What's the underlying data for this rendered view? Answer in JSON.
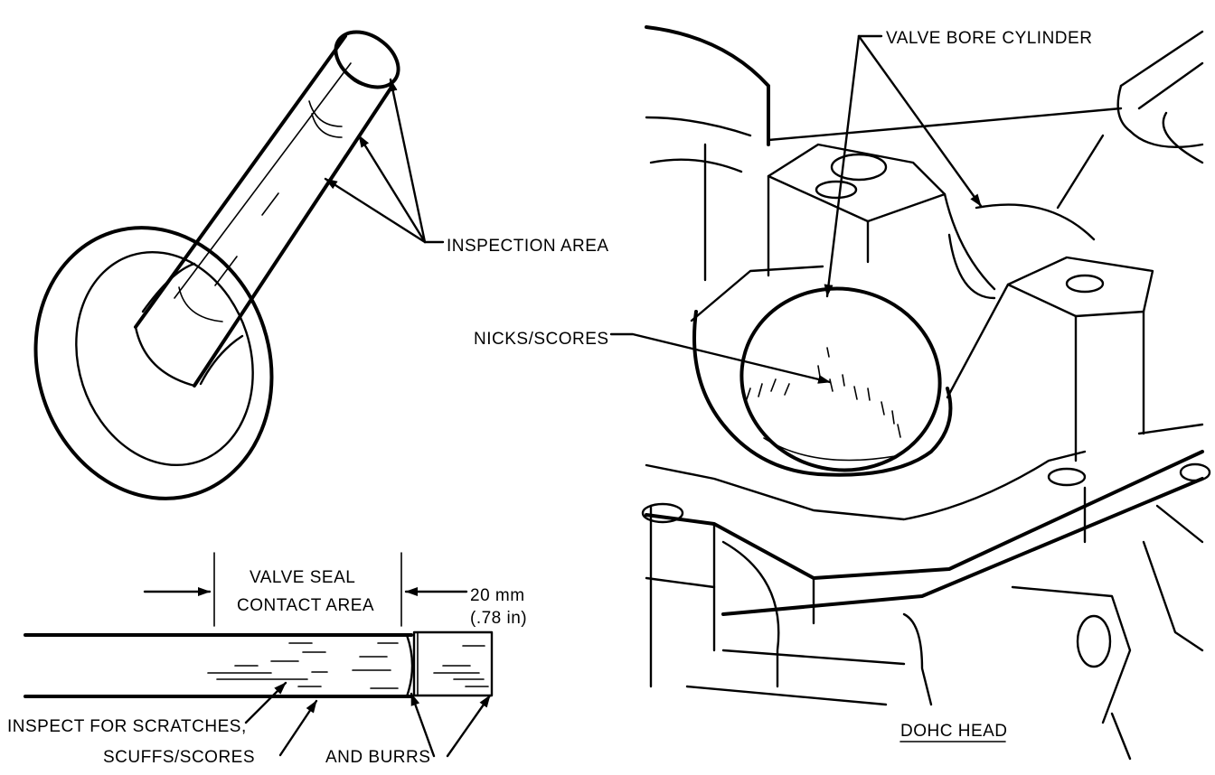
{
  "labels": {
    "inspection_area": "INSPECTION AREA",
    "valve_seal_line1": "VALVE SEAL",
    "valve_seal_line2": "CONTACT AREA",
    "dimension_line1": "20 mm",
    "dimension_line2": "(.78 in)",
    "inspect_scratches": "INSPECT FOR SCRATCHES,",
    "scuffs_scores": "SCUFFS/SCORES",
    "and_burrs": "AND BURRS",
    "valve_bore_cylinder": "VALVE BORE CYLINDER",
    "nicks_scores": "NICKS/SCORES",
    "dohc_head": "DOHC HEAD"
  }
}
